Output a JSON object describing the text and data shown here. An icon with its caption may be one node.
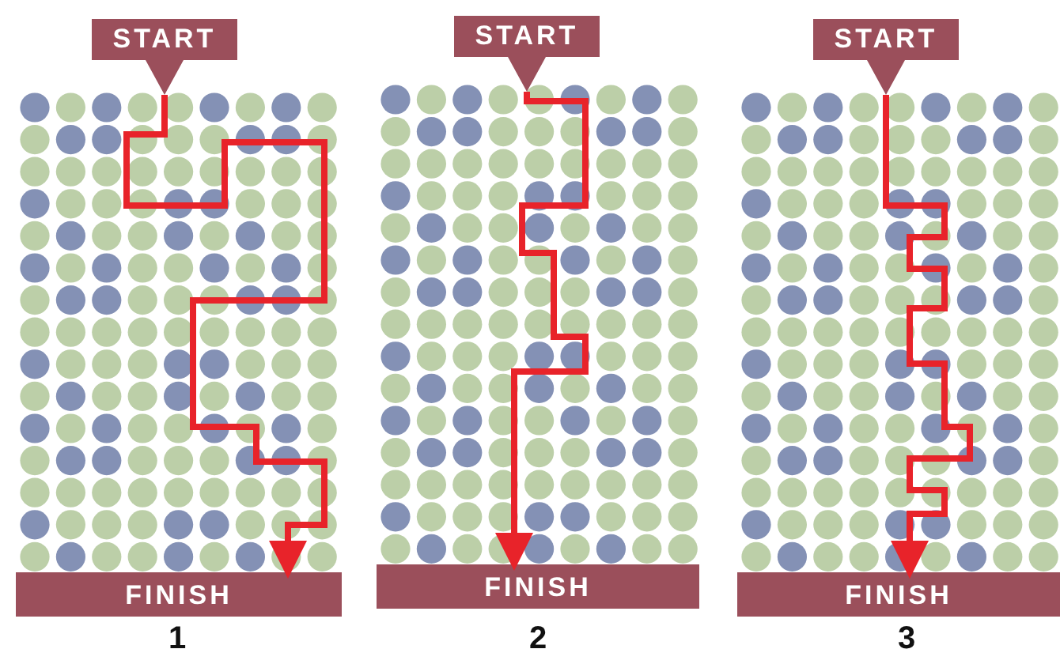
{
  "diagram": {
    "nodes": [
      {
        "text": [
          "START"
        ]
      },
      {
        "text": [
          "START"
        ]
      },
      {
        "text": [
          "START"
        ]
      },
      {
        "text": [
          "FINISH"
        ]
      },
      {
        "text": [
          "FINISH"
        ]
      },
      {
        "text": [
          "FINISH"
        ]
      }
    ],
    "edges": [
      {
        "from": 0,
        "to": 3,
        "arrow": "to",
        "color": "#e8232a"
      },
      {
        "from": 1,
        "to": 4,
        "arrow": "to",
        "color": "#e8232a"
      },
      {
        "from": 2,
        "to": 5,
        "arrow": "to",
        "color": "#e8232a"
      }
    ],
    "labels": [
      "1",
      "2",
      "3"
    ]
  }
}
